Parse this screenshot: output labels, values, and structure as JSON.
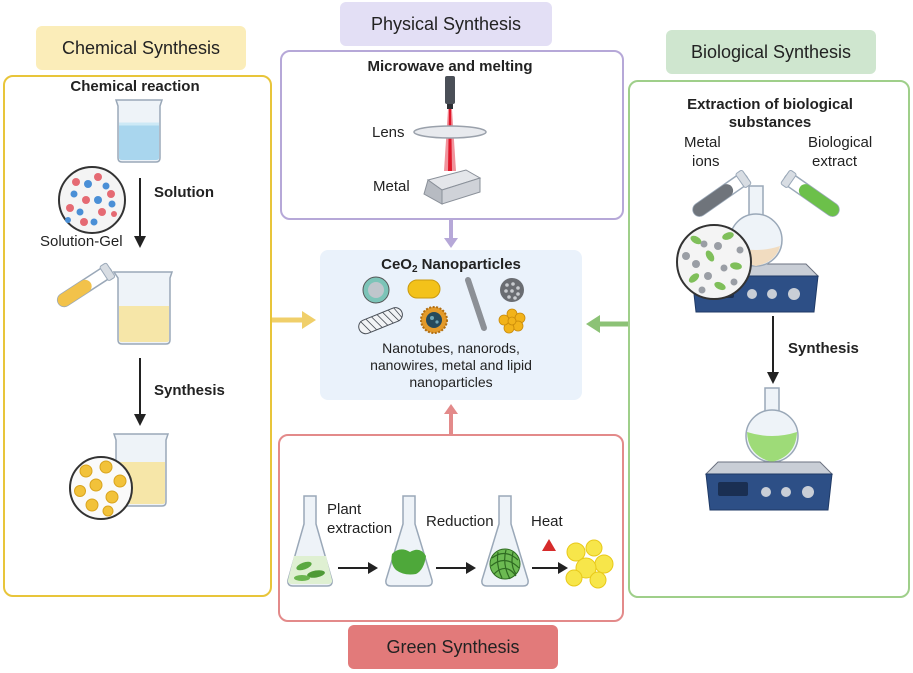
{
  "chemical": {
    "title": "Chemical Synthesis",
    "heading": "Chemical reaction",
    "solution": "Solution",
    "solgel": "Solution-Gel",
    "synthesis": "Synthesis",
    "color": "#e8c53a"
  },
  "physical": {
    "title": "Physical Synthesis",
    "heading": "Microwave and melting",
    "lens": "Lens",
    "metal": "Metal",
    "color": "#b6a8d8"
  },
  "biological": {
    "title": "Biological Synthesis",
    "heading_line1": "Extraction of biological",
    "heading_line2": "substances",
    "metal_ions_line1": "Metal",
    "metal_ions_line2": "ions",
    "bio_extract_line1": "Biological",
    "bio_extract_line2": "extract",
    "synthesis": "Synthesis",
    "color": "#9fcf8a"
  },
  "green": {
    "title": "Green Synthesis",
    "plant_line1": "Plant",
    "plant_line2": "extraction",
    "reduction": "Reduction",
    "heat": "Heat",
    "color": "#e38a8a"
  },
  "center": {
    "title_main": "CeO",
    "title_sub": "2",
    "title_rest": " Nanoparticles",
    "desc_line1": "Nanotubes, nanorods,",
    "desc_line2": "nanowires, metal and lipid",
    "desc_line3": "nanoparticles"
  }
}
